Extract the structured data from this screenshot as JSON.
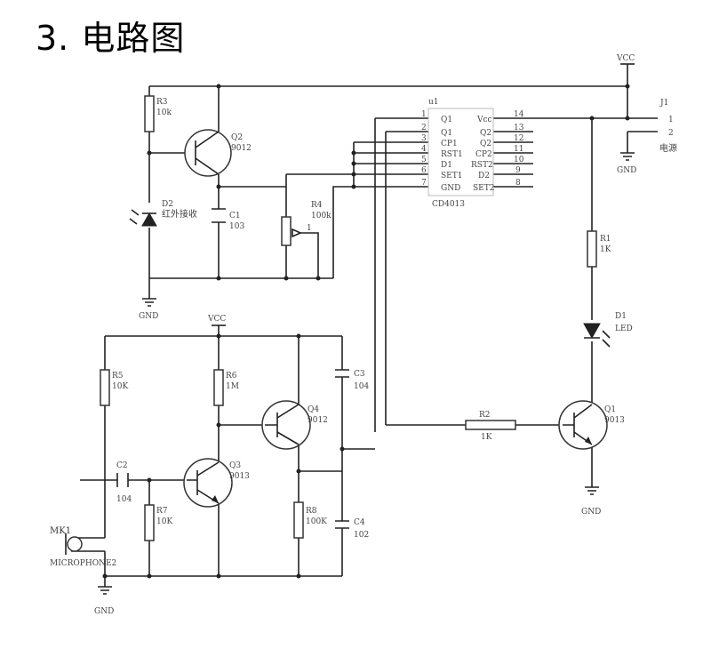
{
  "title": "3. 电路图",
  "power": {
    "vcc_top": "VCC",
    "vcc_mid": "VCC",
    "gnd_left": "GND",
    "gnd_j1": "GND",
    "gnd_q1": "GND",
    "gnd_mic": "GND"
  },
  "ic": {
    "ref": "u1",
    "name": "CD4013",
    "left_pins": [
      {
        "num": "1",
        "name": "Q1"
      },
      {
        "num": "2",
        "name": "Q1"
      },
      {
        "num": "3",
        "name": "CP1"
      },
      {
        "num": "4",
        "name": "RST1"
      },
      {
        "num": "5",
        "name": "D1"
      },
      {
        "num": "6",
        "name": "SET1"
      },
      {
        "num": "7",
        "name": "GND"
      }
    ],
    "right_pins": [
      {
        "num": "14",
        "name": "Vcc"
      },
      {
        "num": "13",
        "name": "Q2"
      },
      {
        "num": "12",
        "name": "Q2"
      },
      {
        "num": "11",
        "name": "CP2"
      },
      {
        "num": "10",
        "name": "RST2"
      },
      {
        "num": "9",
        "name": "D2"
      },
      {
        "num": "8",
        "name": "SET2"
      }
    ]
  },
  "connector": {
    "ref": "J1",
    "pin1": "1",
    "pin2": "2",
    "label": "电源"
  },
  "components": {
    "r3": {
      "ref": "R3",
      "value": "10k"
    },
    "q2": {
      "ref": "Q2",
      "value": "9012"
    },
    "d2": {
      "ref": "D2",
      "value": "红外接收"
    },
    "c1": {
      "ref": "C1",
      "value": "103"
    },
    "r4": {
      "ref": "R4",
      "value": "100k"
    },
    "r1": {
      "ref": "R1",
      "value": "1K"
    },
    "d1": {
      "ref": "D1",
      "value": "LED"
    },
    "q1": {
      "ref": "Q1",
      "value": "9013"
    },
    "r2": {
      "ref": "R2",
      "value": "1K"
    },
    "r5": {
      "ref": "R5",
      "value": "10K"
    },
    "r6": {
      "ref": "R6",
      "value": "1M"
    },
    "c3": {
      "ref": "C3",
      "value": "104"
    },
    "q4": {
      "ref": "Q4",
      "value": "9012"
    },
    "c2": {
      "ref": "C2",
      "value": "104"
    },
    "q3": {
      "ref": "Q3",
      "value": "9013"
    },
    "r7": {
      "ref": "R7",
      "value": "10K"
    },
    "r8": {
      "ref": "R8",
      "value": "100K"
    },
    "c4": {
      "ref": "C4",
      "value": "102"
    },
    "mk1": {
      "ref": "MK1",
      "value": "MICROPHONE2"
    }
  },
  "pot_pin": "1"
}
